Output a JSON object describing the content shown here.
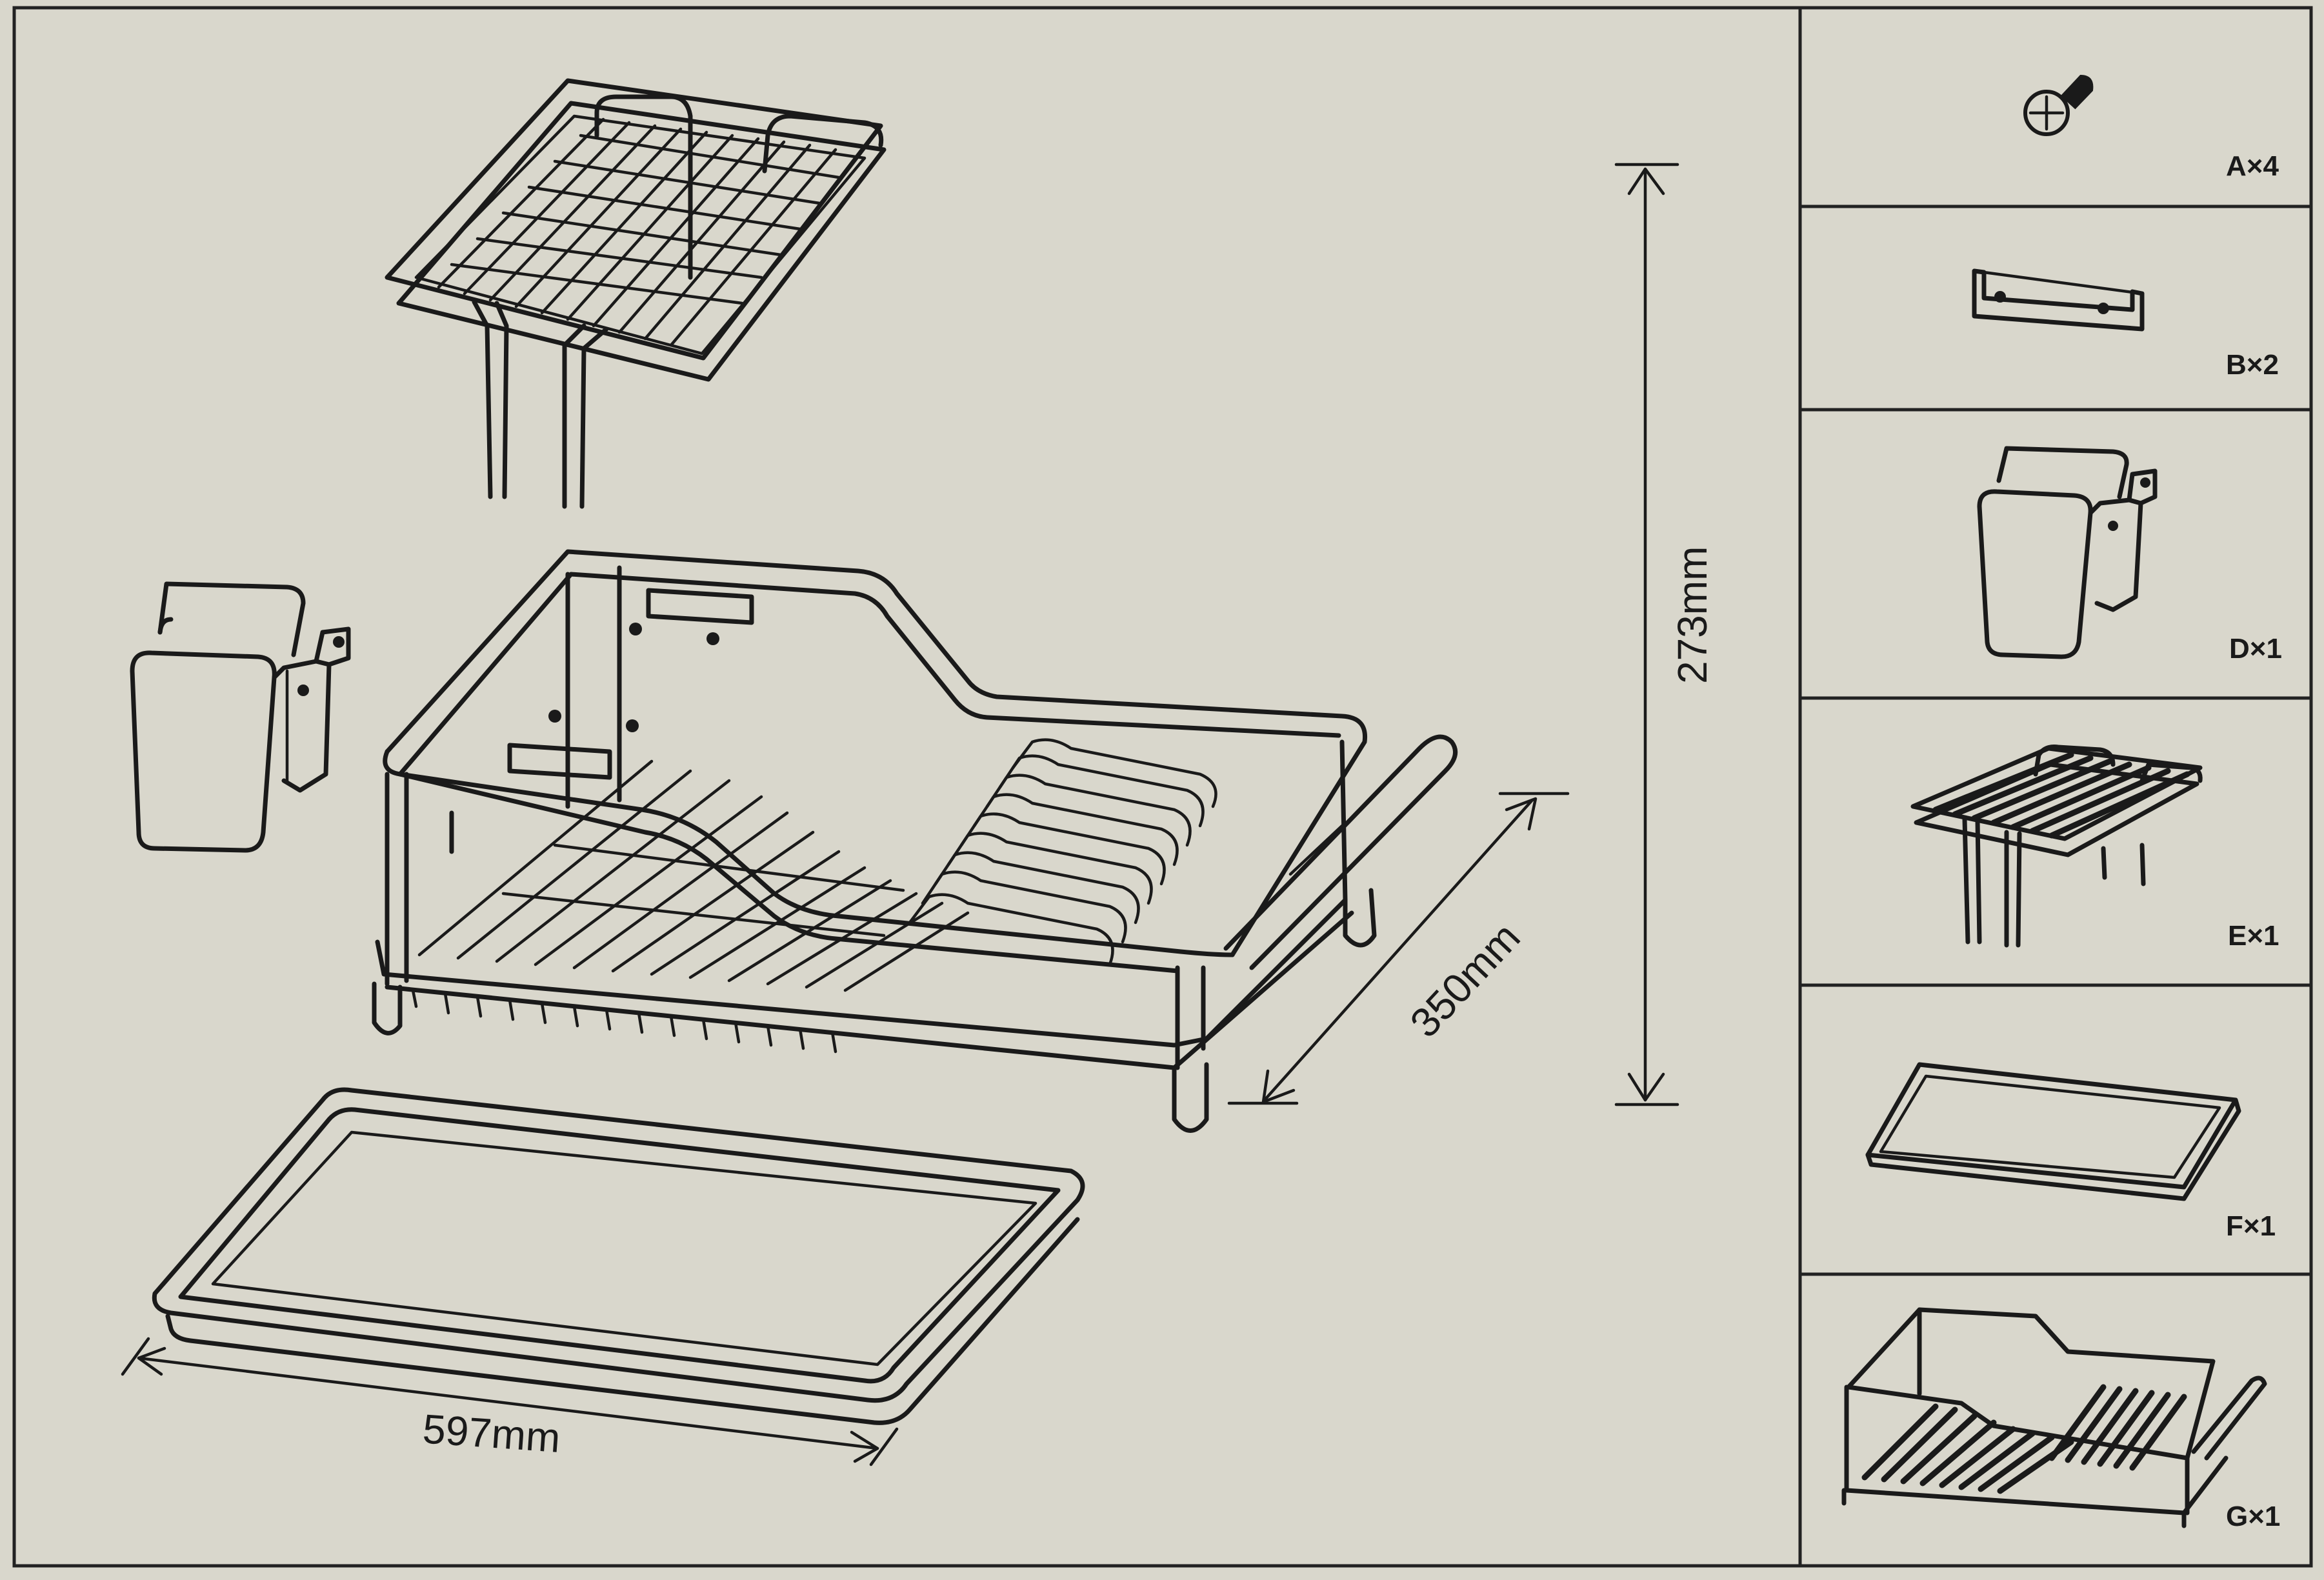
{
  "dimensions": {
    "height": "273mm",
    "depth": "350mm",
    "width": "597mm"
  },
  "parts": [
    {
      "label": "A×4",
      "icon": "screw-icon"
    },
    {
      "label": "B×2",
      "icon": "mounting-bracket-icon"
    },
    {
      "label": "D×1",
      "icon": "utensil-holder-icon"
    },
    {
      "label": "E×1",
      "icon": "upper-shelf-icon"
    },
    {
      "label": "F×1",
      "icon": "drip-tray-icon"
    },
    {
      "label": "G×1",
      "icon": "main-rack-icon"
    }
  ]
}
